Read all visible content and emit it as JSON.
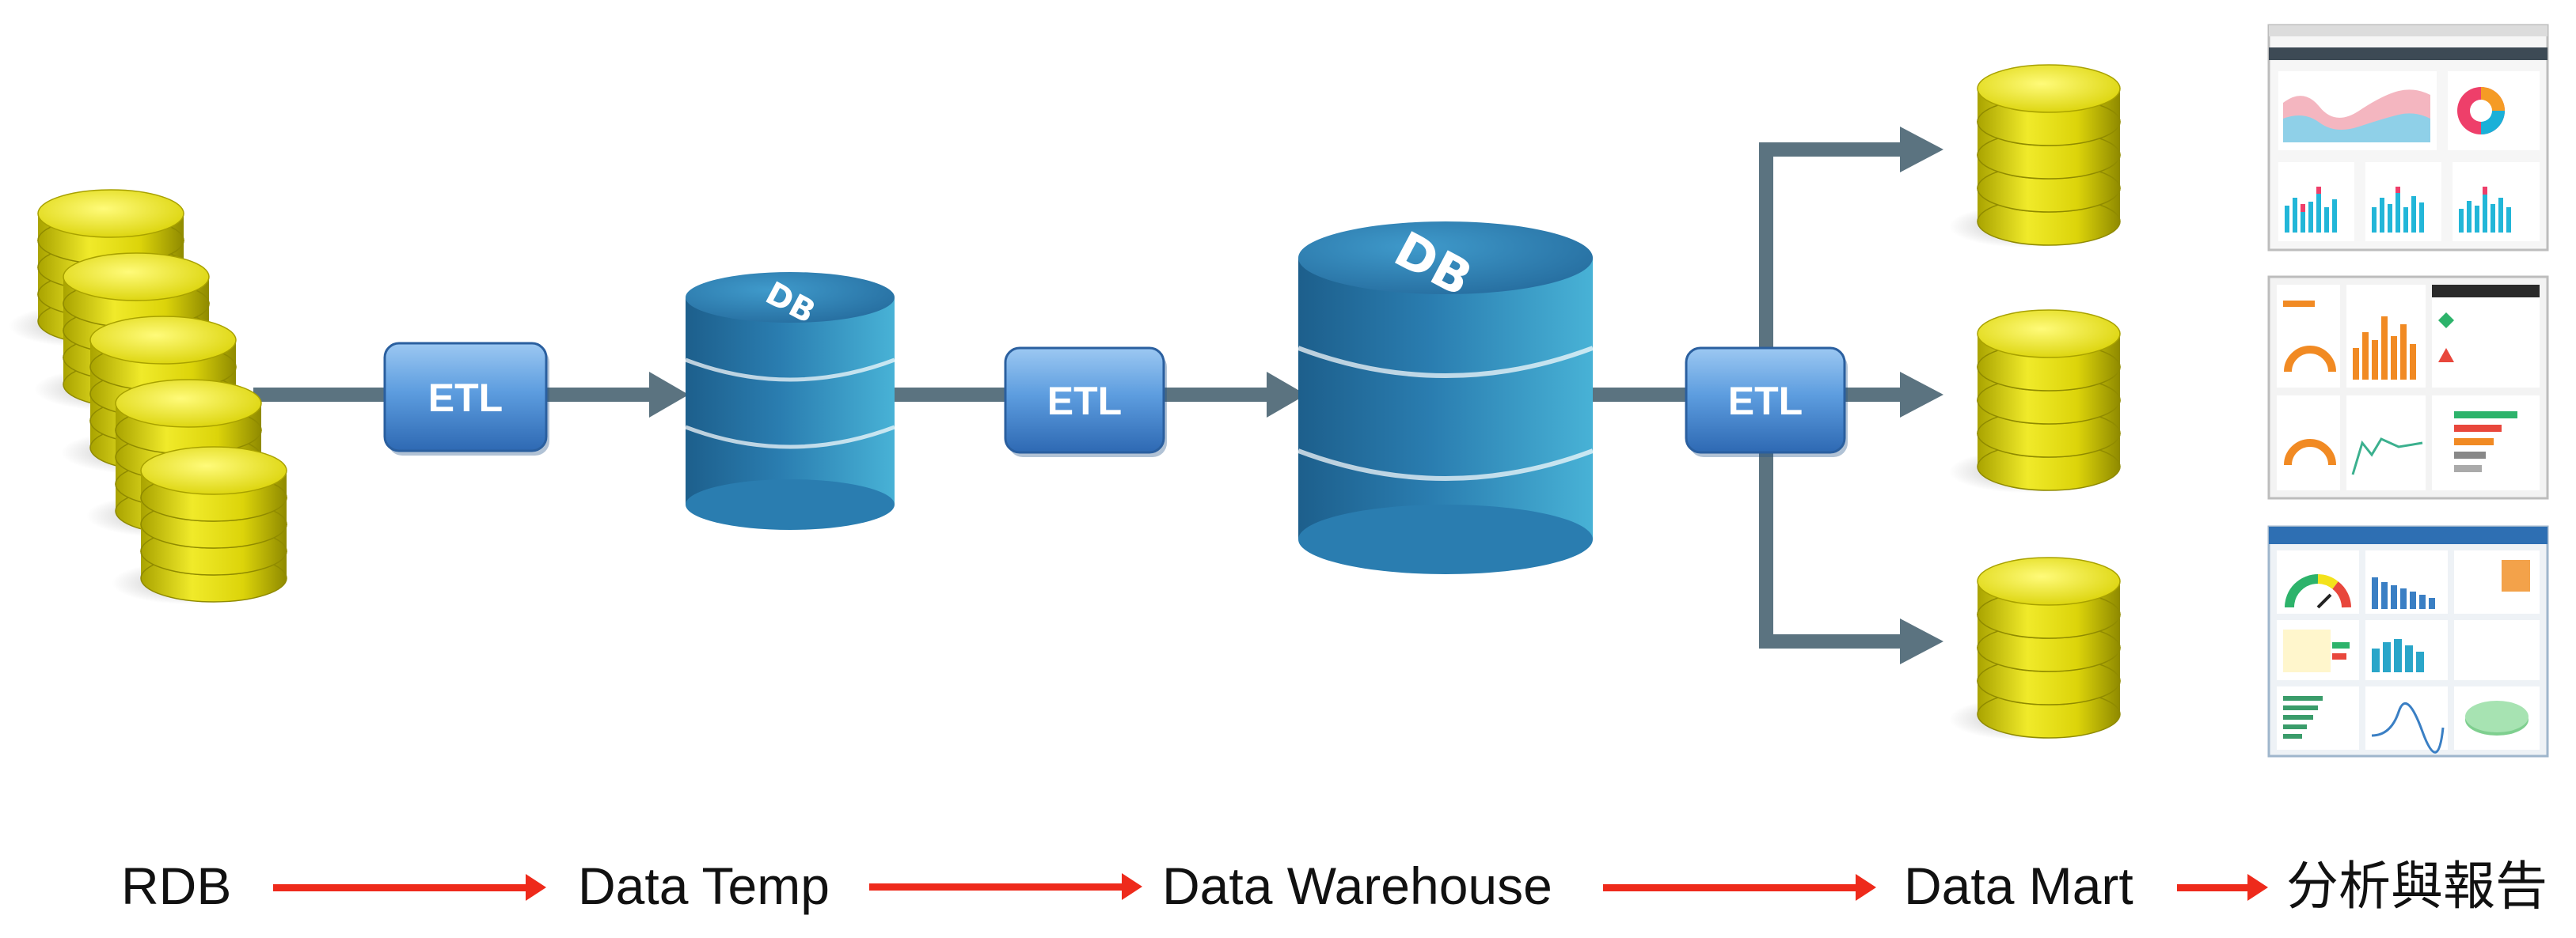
{
  "etl_boxes": [
    {
      "label": "ETL"
    },
    {
      "label": "ETL"
    },
    {
      "label": "ETL"
    }
  ],
  "databases": {
    "temp": {
      "label": "DB"
    },
    "warehouse": {
      "label": "DB"
    }
  },
  "stages": [
    {
      "label": "RDB"
    },
    {
      "label": "Data Temp"
    },
    {
      "label": "Data Warehouse"
    },
    {
      "label": "Data Mart"
    },
    {
      "label": "分析與報告"
    }
  ],
  "colors": {
    "flow_arrow": "#5b7380",
    "stage_arrow": "#ee2a1b",
    "etl_box": "#4e8fd8",
    "db_blue": "#2c7fae",
    "coin_yellow": "#e8e30a"
  },
  "report_thumbnails": [
    {
      "icon": "dashboard-area-donut-thumbnail"
    },
    {
      "icon": "dashboard-gauge-bar-thumbnail"
    },
    {
      "icon": "dashboard-executive-thumbnail"
    }
  ]
}
